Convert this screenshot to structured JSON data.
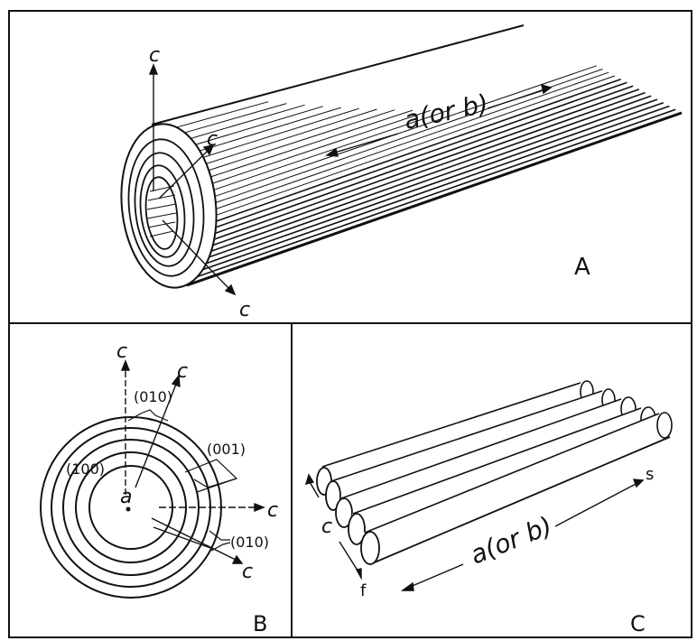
{
  "panels": {
    "A": {
      "panel_letter": "A",
      "axis_c_top": "c",
      "axis_c_mid": "c",
      "axis_c_bottom": "c",
      "long_axis": "a(or b)"
    },
    "B": {
      "panel_letter": "B",
      "axis_c_top": "c",
      "axis_c_diag": "c",
      "axis_c_right": "c",
      "axis_c_lower": "c",
      "center_label": "a",
      "plane_010_top": "(010)",
      "plane_001": "(001)",
      "plane_100": "(100)",
      "plane_010_bottom": "(010)"
    },
    "C": {
      "panel_letter": "C",
      "axis_c": "c",
      "long_axis": "a(or b)",
      "end_s": "s",
      "end_f": "f"
    }
  }
}
